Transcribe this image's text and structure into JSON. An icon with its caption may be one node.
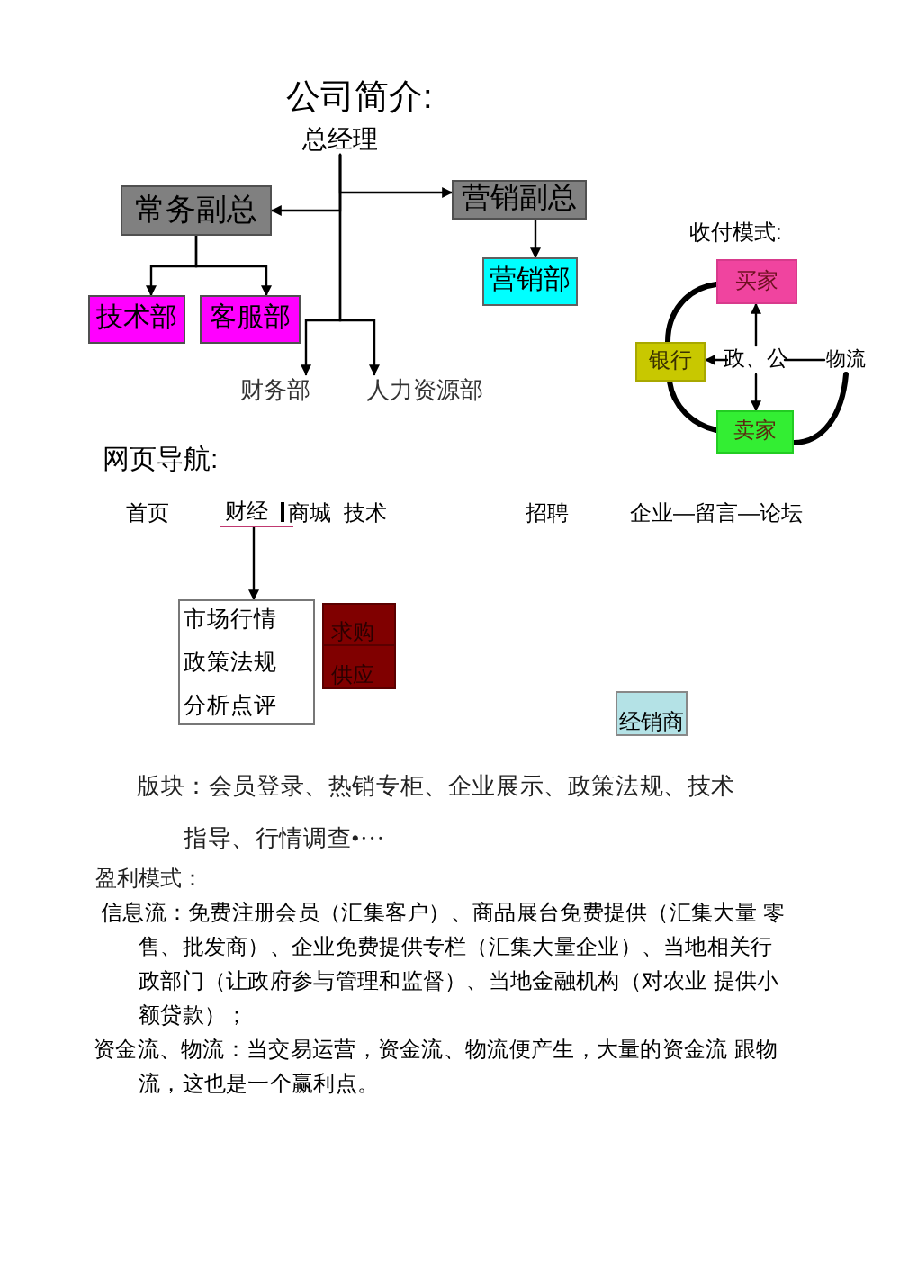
{
  "diagram": {
    "title": "公司简介:",
    "nodes": [
      {
        "text": [
          "总经理"
        ]
      },
      {
        "text": [
          "常务副总"
        ]
      },
      {
        "text": [
          "营销副总"
        ]
      },
      {
        "text": [
          "技术部"
        ]
      },
      {
        "text": [
          "客服部"
        ]
      },
      {
        "text": [
          "营销部"
        ]
      },
      {
        "text": [
          "财务部"
        ]
      },
      {
        "text": [
          "人力资源部"
        ]
      },
      {
        "text": [
          "买家"
        ]
      },
      {
        "text": [
          "银行"
        ]
      },
      {
        "text": [
          "政、公"
        ]
      },
      {
        "text": [
          "物流"
        ]
      },
      {
        "text": [
          "卖家"
        ]
      },
      {
        "text": [
          "财经"
        ]
      },
      {
        "text": [
          "市场行情",
          "政策法规",
          "分析点评"
        ]
      },
      {
        "text": [
          "求购"
        ]
      },
      {
        "text": [
          "供应"
        ]
      },
      {
        "text": [
          "经销商"
        ]
      }
    ],
    "edges": [
      {
        "from": 0,
        "to": 1,
        "arrow": "to"
      },
      {
        "from": 0,
        "to": 2,
        "arrow": "to"
      },
      {
        "from": 0,
        "to": 6,
        "arrow": "to"
      },
      {
        "from": 0,
        "to": 7,
        "arrow": "to"
      },
      {
        "from": 1,
        "to": 3,
        "arrow": "to"
      },
      {
        "from": 1,
        "to": 4,
        "arrow": "to"
      },
      {
        "from": 2,
        "to": 5,
        "arrow": "to"
      },
      {
        "from": 10,
        "to": 9,
        "arrow": "to"
      },
      {
        "from": 10,
        "to": 8,
        "arrow": "to"
      },
      {
        "from": 10,
        "to": 12,
        "arrow": "to"
      },
      {
        "from": 10,
        "to": 11,
        "arrow": "none"
      },
      {
        "from": 8,
        "to": 9,
        "arrow": "none",
        "style": "thick"
      },
      {
        "from": 9,
        "to": 12,
        "arrow": "none",
        "style": "thick"
      },
      {
        "from": 12,
        "to": 11,
        "arrow": "none",
        "style": "thick"
      },
      {
        "from": 13,
        "to": 14,
        "arrow": "to"
      }
    ],
    "labels": [
      "收付模式:",
      "网页导航:",
      "首页",
      "商城",
      "技术",
      "招聘",
      "企业—留言—论坛",
      "版块：会员登录、热销专柜、企业展示、政策法规、技术指导、行情调查•···",
      "盈利模式：",
      "信息流：免费注册会员（汇集客户）、商品展台免费提供（汇集大量 零售、批发商）、企业免费提供专栏（汇集大量企业）、当地相关行政部门（让政府参与管理和监督）、当地金融机构（对农业 提供小额贷款）；",
      "资金流、物流：当交易运营，资金流、物流便产生，大量的资金流 跟物流，这也是一个赢利点。"
    ]
  }
}
